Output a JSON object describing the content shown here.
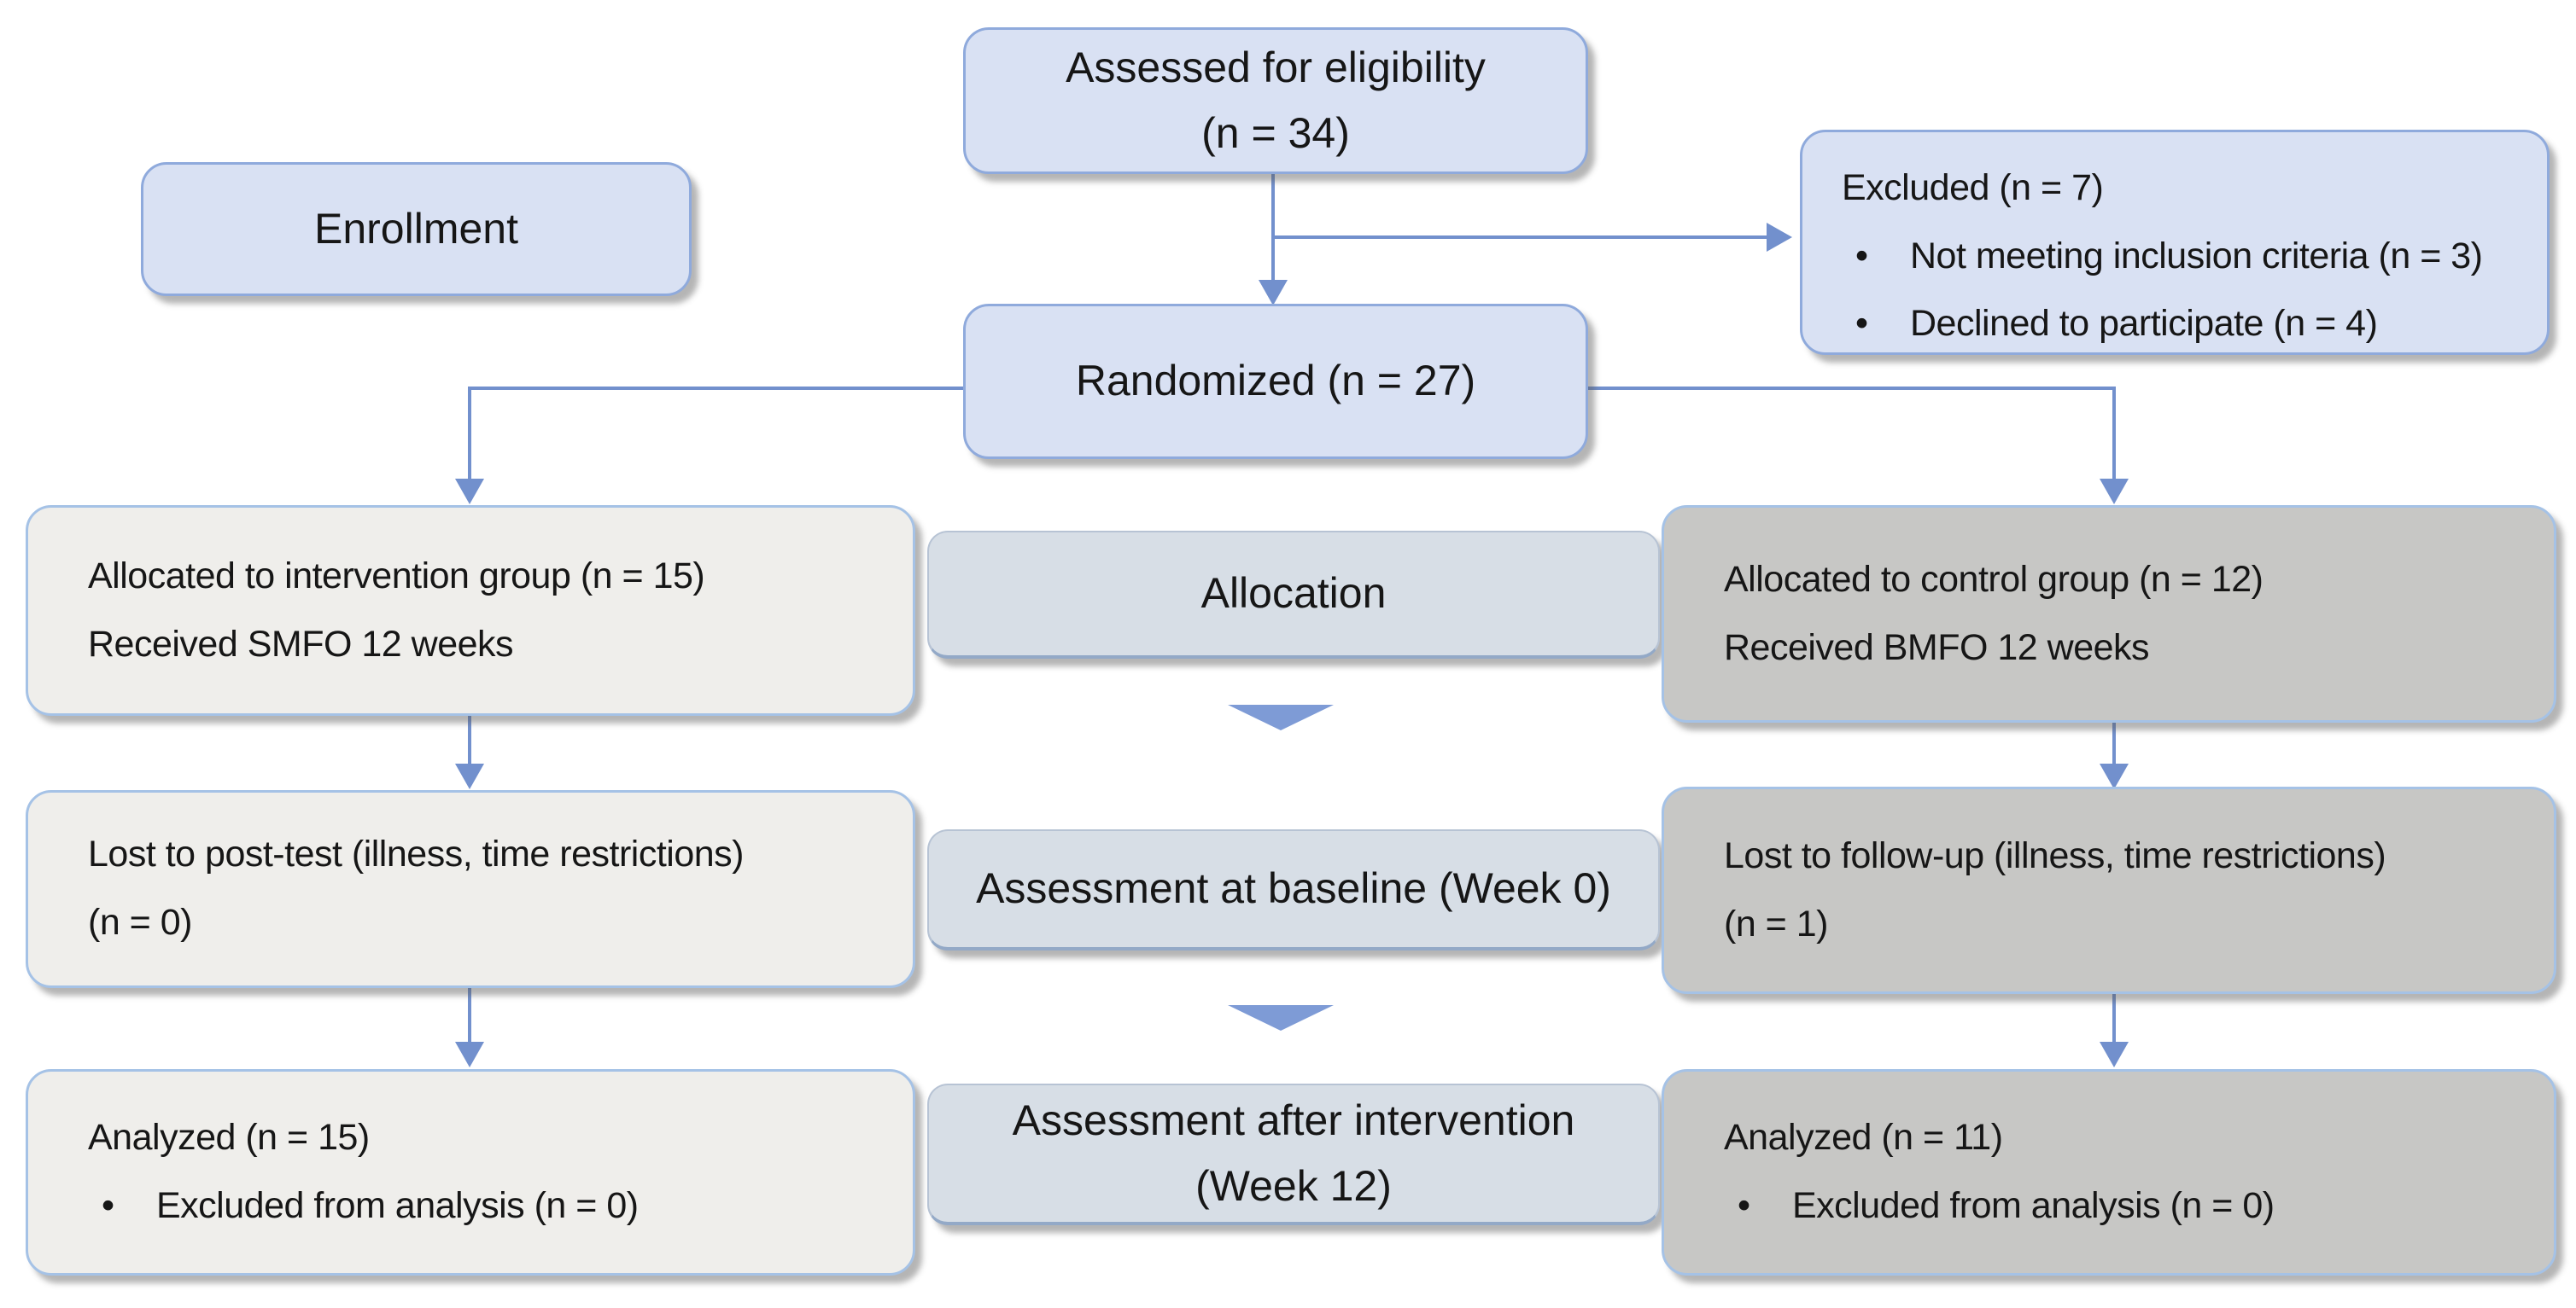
{
  "diagram": {
    "title_semantic": "CONSORT participant flow diagram",
    "boxes": {
      "assessed": {
        "line1": "Assessed for eligibility",
        "line2": "(n = 34)"
      },
      "enrollment": {
        "label": "Enrollment"
      },
      "excluded": {
        "title": "Excluded (n = 7)",
        "bullets": [
          "Not meeting inclusion criteria (n = 3)",
          "Declined to participate (n = 4)"
        ]
      },
      "randomized": {
        "label": "Randomized (n = 27)"
      },
      "alloc_left": {
        "line1": "Allocated to intervention group (n = 15)",
        "line2": "Received SMFO 12 weeks"
      },
      "alloc_stage": {
        "label": "Allocation"
      },
      "alloc_right": {
        "line1": "Allocated to control group (n = 12)",
        "line2": "Received BMFO 12 weeks"
      },
      "lost_left": {
        "line1": "Lost to post-test (illness, time restrictions)",
        "line2": "(n = 0)"
      },
      "baseline_stage": {
        "label": "Assessment at baseline (Week 0)"
      },
      "lost_right": {
        "line1": "Lost to follow-up (illness, time restrictions)",
        "line2": "(n = 1)"
      },
      "analyzed_left": {
        "title": "Analyzed (n = 15)",
        "bullets": [
          "Excluded from analysis (n = 0)"
        ]
      },
      "after_stage": {
        "line1": "Assessment after intervention",
        "line2": "(Week 12)"
      },
      "analyzed_right": {
        "title": "Analyzed (n = 11)",
        "bullets": [
          "Excluded from analysis (n = 0)"
        ]
      }
    },
    "colors": {
      "eligibility_box_fill": "#d9e1f3",
      "eligibility_box_border": "#8faadc",
      "stage_box_fill": "#d7dee6",
      "intervention_box_fill": "#efeeeb",
      "control_box_fill": "#c7c7c5",
      "group_box_border": "#a5c2e6",
      "connector": "#7290cd",
      "chevron": "#7e9bd6",
      "text": "#161616"
    }
  }
}
